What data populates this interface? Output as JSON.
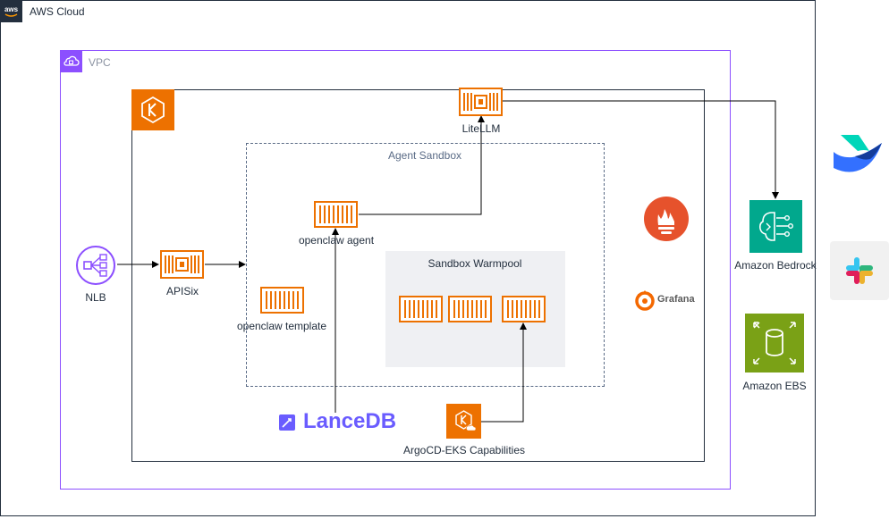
{
  "labels": {
    "aws_cloud": "AWS Cloud",
    "vpc": "VPC",
    "agent_sandbox": "Agent Sandbox",
    "sandbox_warmpool": "Sandbox Warmpool",
    "litellm": "LiteLLM",
    "openclaw_agent": "openclaw agent",
    "openclaw_template": "openclaw template",
    "apisix": "APISix",
    "nlb": "NLB",
    "argocd": "ArgoCD-EKS Capabilities",
    "lancedb": "LanceDB",
    "grafana": "Grafana",
    "amazon_bedrock": "Amazon Bedrock",
    "amazon_ebs": "Amazon EBS"
  },
  "icons": {
    "aws": "aws-logo-icon",
    "vpc": "vpc-cloud-icon",
    "eks": "eks-icon",
    "container": "container-icon",
    "chip_container": "chip-container-icon",
    "nlb": "load-balancer-icon",
    "prometheus": "prometheus-icon",
    "grafana": "grafana-icon",
    "bedrock": "bedrock-icon",
    "ebs": "ebs-icon",
    "lark": "lark-icon",
    "slack": "slack-icon",
    "lancedb": "lancedb-icon"
  },
  "colors": {
    "aws_dark": "#232f3e",
    "vpc_purple": "#8c4fff",
    "compute_orange": "#ed7100",
    "ml_teal": "#01a88d",
    "storage_green": "#7aa116",
    "prometheus": "#e6522c",
    "grafana": "#f46800",
    "lancedb": "#6a5cff"
  }
}
